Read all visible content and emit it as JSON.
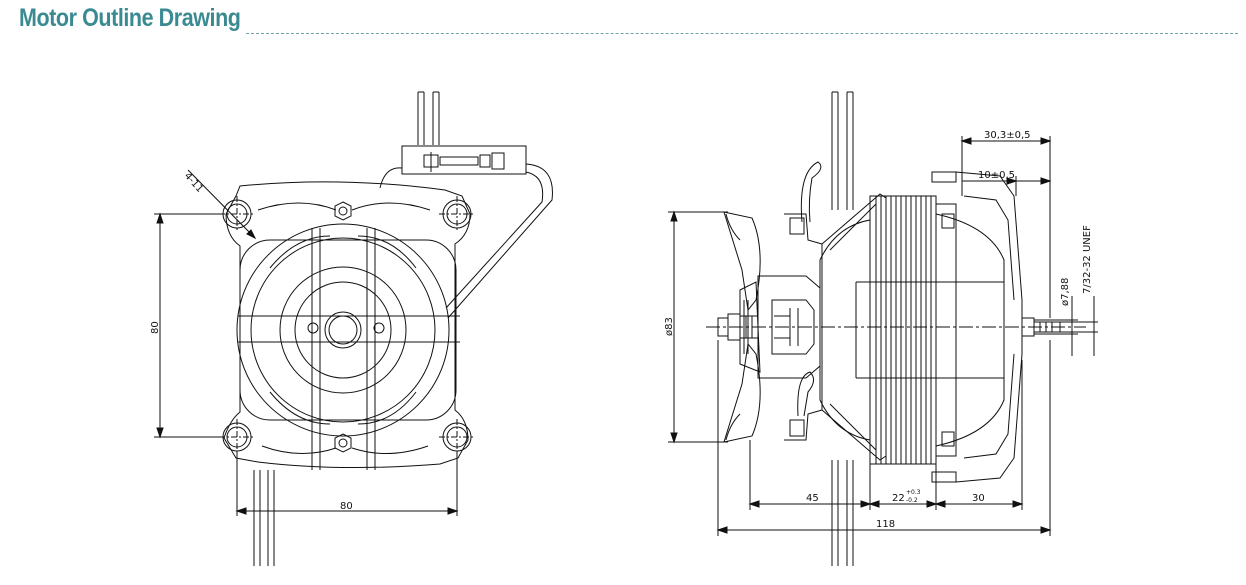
{
  "title": "Motor Outline Drawing",
  "colors": {
    "title": "#3a8a91",
    "rule": "#6aa3a8",
    "line": "#111111"
  },
  "front_view": {
    "hole_label": "4-11",
    "dim_height": "80",
    "dim_width": "80"
  },
  "side_view": {
    "dim_top_1": "30,3±0,5",
    "dim_top_2": "10±0,5",
    "dim_shaft_dia": "ø7,88",
    "dim_thread": "7/32-32 UNEF",
    "dim_diameter": "ø83",
    "dim_bottom_1": "45",
    "dim_bottom_2_main": "22",
    "dim_bottom_2_upper": "+0.3",
    "dim_bottom_2_lower": "-0.2",
    "dim_bottom_3": "30",
    "dim_total": "118"
  }
}
